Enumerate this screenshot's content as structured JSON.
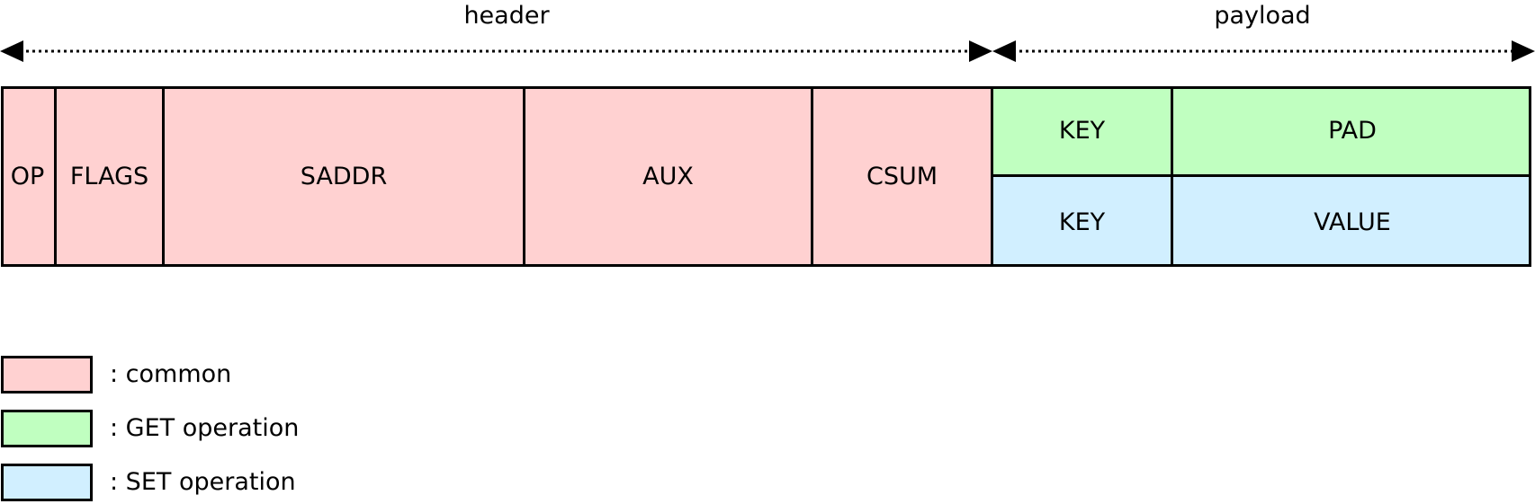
{
  "sections": {
    "header_label": "header",
    "payload_label": "payload"
  },
  "fields": {
    "op": "OP",
    "flags": "FLAGS",
    "saddr": "SADDR",
    "aux": "AUX",
    "csum": "CSUM",
    "get_key": "KEY",
    "get_pad": "PAD",
    "set_key": "KEY",
    "set_value": "VALUE"
  },
  "legend": {
    "common": ": common",
    "get": ": GET operation",
    "set": ": SET operation"
  },
  "colors": {
    "common": "#ffd1d1",
    "get": "#c0ffc0",
    "set": "#d1efff",
    "border": "#000000"
  }
}
